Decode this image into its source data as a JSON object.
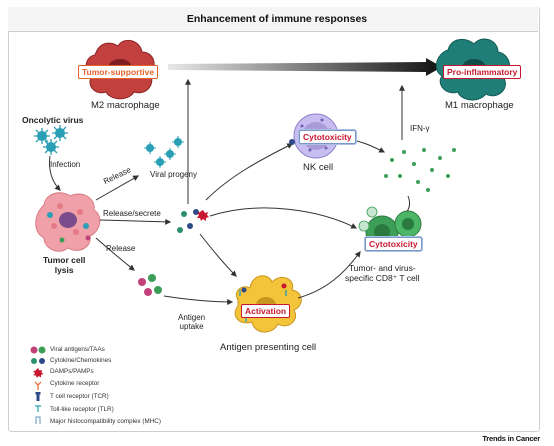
{
  "title": "Enhancement of immune responses",
  "macrophages": {
    "m2": {
      "label": "M2 macrophage",
      "tag": "Tumor-supportive"
    },
    "m1": {
      "label": "M1 macrophage",
      "tag": "Pro-inflammatory"
    }
  },
  "oncolytic_virus": "Oncolytic virus",
  "tumor_cell": "Tumor cell\nlysis",
  "nk_cell": {
    "label": "NK cell",
    "tag": "Cytotoxicity"
  },
  "t_cell": {
    "label": "Tumor- and virus-\nspecific CD8⁺ T cell",
    "tag": "Cytotoxicity"
  },
  "apc": {
    "label": "Antigen presenting cell",
    "tag": "Activation"
  },
  "arrows": {
    "infection": "Infection",
    "release1": "Release",
    "viral_progeny": "Viral progeny",
    "release_secrete": "Release/secrete",
    "release2": "Release",
    "antigen_uptake": "Antigen\nuptake",
    "ifn": "IFN-γ"
  },
  "legend": [
    {
      "icon": "viral-antigen-icon",
      "text": "Viral antigens/TAAs"
    },
    {
      "icon": "cytokine-icon",
      "text": "Cytokine/Chemokines"
    },
    {
      "icon": "damp-icon",
      "text": "DAMPs/PAMPs"
    },
    {
      "icon": "cytokine-receptor-icon",
      "text": "Cytokine receptor"
    },
    {
      "icon": "tcr-icon",
      "text": "T cell receptor (TCR)"
    },
    {
      "icon": "tlr-icon",
      "text": "Toll-like receptor (TLR)"
    },
    {
      "icon": "mhc-icon",
      "text": "Major histocompatibility complex (MHC)"
    }
  ],
  "credit": "Trends in Cancer",
  "colors": {
    "accent_red": "#c8172f",
    "accent_orange": "#e5632a",
    "m2_red": "#c2413f",
    "m1_teal": "#1f7f78",
    "virus_teal": "#2a9fb5",
    "tumor_pink": "#f0a0a8",
    "nk_purple": "#a99ad8",
    "tcell_green": "#3d9e57",
    "apc_yellow": "#f3c43a"
  }
}
